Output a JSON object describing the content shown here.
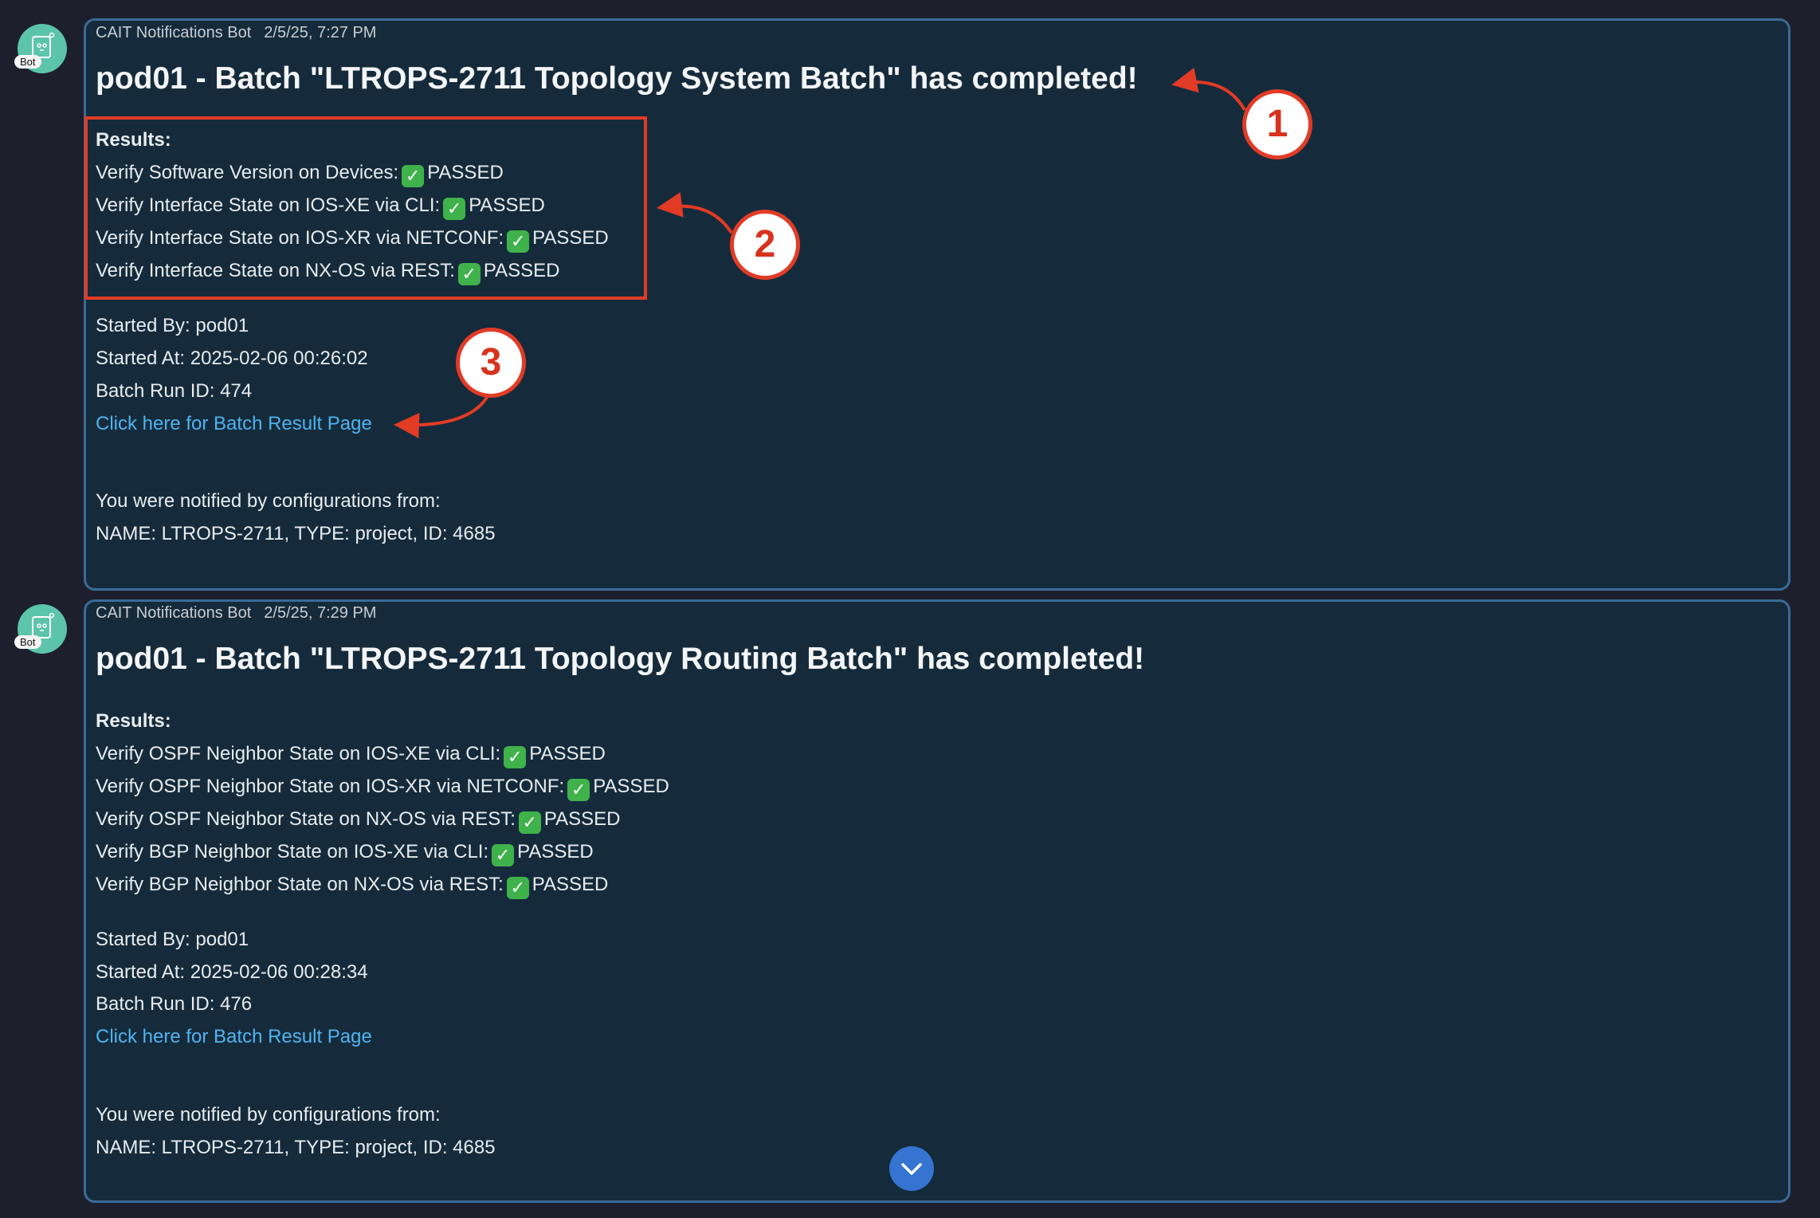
{
  "messages": [
    {
      "sender": "CAIT Notifications Bot",
      "time": "2/5/25, 7:27 PM",
      "avatar_badge": "Bot",
      "title": "pod01 - Batch \"LTROPS-2711 Topology System Batch\" has completed!",
      "results_label": "Results:",
      "results": [
        {
          "name": "Verify Software Version on Devices:",
          "status": "PASSED"
        },
        {
          "name": "Verify Interface State on IOS-XE via CLI:",
          "status": "PASSED"
        },
        {
          "name": "Verify Interface State on IOS-XR via NETCONF:",
          "status": "PASSED"
        },
        {
          "name": "Verify Interface State on NX-OS via REST:",
          "status": "PASSED"
        }
      ],
      "started_by": "Started By: pod01",
      "started_at": "Started At: 2025-02-06 00:26:02",
      "run_id": "Batch Run ID: 474",
      "link": "Click here for Batch Result Page",
      "notified": "You were notified by configurations from:",
      "config": "NAME: LTROPS-2711, TYPE: project, ID: 4685"
    },
    {
      "sender": "CAIT Notifications Bot",
      "time": "2/5/25, 7:29 PM",
      "avatar_badge": "Bot",
      "title": "pod01 - Batch \"LTROPS-2711 Topology Routing Batch\" has completed!",
      "results_label": "Results:",
      "results": [
        {
          "name": "Verify OSPF Neighbor State on IOS-XE via CLI:",
          "status": "PASSED"
        },
        {
          "name": "Verify OSPF Neighbor State on IOS-XR via NETCONF:",
          "status": "PASSED"
        },
        {
          "name": "Verify OSPF Neighbor State on NX-OS via REST:",
          "status": "PASSED"
        },
        {
          "name": "Verify BGP Neighbor State on IOS-XE via CLI:",
          "status": "PASSED"
        },
        {
          "name": "Verify BGP Neighbor State on NX-OS via REST:",
          "status": "PASSED"
        }
      ],
      "started_by": "Started By: pod01",
      "started_at": "Started At: 2025-02-06 00:28:34",
      "run_id": "Batch Run ID: 476",
      "link": "Click here for Batch Result Page",
      "notified": "You were notified by configurations from:",
      "config": "NAME: LTROPS-2711, TYPE: project, ID: 4685"
    }
  ],
  "callouts": [
    "1",
    "2",
    "3"
  ],
  "check_glyph": "✓",
  "colors": {
    "accent": "#e23b26",
    "link": "#4fb3f0",
    "card": "#152b3b",
    "border": "#3a6b98"
  }
}
